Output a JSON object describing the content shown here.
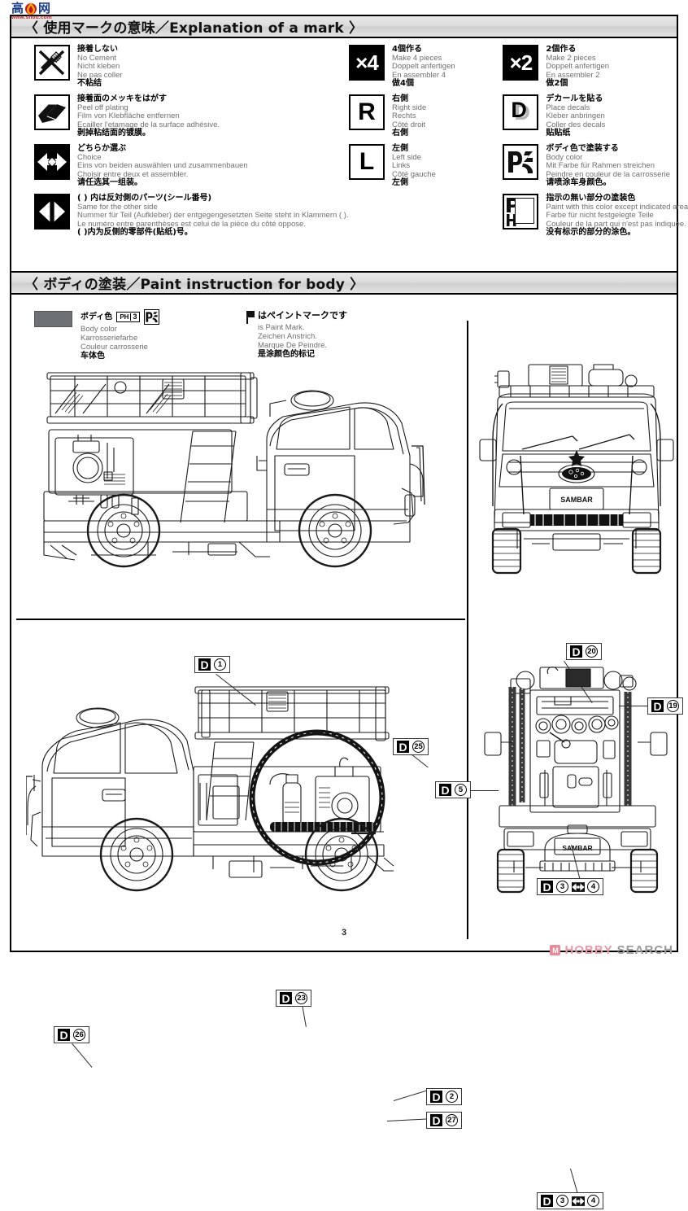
{
  "document": {
    "page_number": "3",
    "body_color_hex": "#6d7074"
  },
  "sections": [
    {
      "id": "marks",
      "title": "〈 使用マークの意味／Explanation of a mark 〉"
    },
    {
      "id": "paint",
      "title": "〈 ボディの塗装／Paint instruction for body 〉"
    }
  ],
  "marks": {
    "left": [
      {
        "icon": "no-cement-icon",
        "jp": "接着しない",
        "en": "No Cement",
        "de": "Nicht kleben",
        "fr": "Ne pas coller",
        "cn": "不粘结"
      },
      {
        "icon": "peel-off-plating-icon",
        "jp": "接着面のメッキをはがす",
        "en": "Peel off plating",
        "de": "Film von Klebfläche entfernen",
        "fr": "Ecailler l'etamage de la surface adhésive.",
        "cn": "剥掉粘结面的镀膜。"
      },
      {
        "icon": "choice-icon",
        "jp": "どちらか選ぶ",
        "en": "Choice",
        "de": "Eins von beiden auswählen und zusammenbauen",
        "fr": "Choisir entre deux et assembler.",
        "cn": "请任选其一组装。"
      },
      {
        "icon": "other-side-icon",
        "jp": "( ) 内は反対側のパーツ(シール番号)",
        "en": "Same for the other side",
        "de": "Nummer für Teil (Aufkleber) der entgegengesetzten Seite steht in Klammern ( ).",
        "fr": "Le numéro entre parenthèses est celui de la pièce du côté oppose.",
        "cn": "( )内为反侧的零部件(贴纸)号。"
      }
    ],
    "middle": [
      {
        "icon": "make-4-icon",
        "badge": "×4",
        "jp": "4個作る",
        "en": "Make 4 pieces",
        "de": "Doppelt anfertigen",
        "fr": "En assembler 4",
        "cn": "做4個"
      },
      {
        "icon": "right-side-icon",
        "badge": "R",
        "jp": "右側",
        "en": "Right side",
        "de": "Rechts",
        "fr": "Côté droit",
        "cn": "右側"
      },
      {
        "icon": "left-side-icon",
        "badge": "L",
        "jp": "左側",
        "en": "Left side",
        "de": "Links",
        "fr": "Côté gauche",
        "cn": "左側"
      }
    ],
    "right": [
      {
        "icon": "make-2-icon",
        "badge": "×2",
        "jp": "2個作る",
        "en": "Make 2 pieces",
        "de": "Doppelt anfertigen",
        "fr": "En assembler 2",
        "cn": "做2個"
      },
      {
        "icon": "place-decals-icon",
        "badge": "D",
        "jp": "デカールを貼る",
        "en": "Place decals",
        "de": "Kleber anbringen",
        "fr": "Coller des decals",
        "cn": "贴贴纸"
      },
      {
        "icon": "body-color-icon",
        "badge": "",
        "jp": "ボディ色で塗装する",
        "en": "Body color",
        "de": "Mit Farbe für Rahmen streichen",
        "fr": "Peindre en couleur de la carrosserie",
        "cn": "请喷涂车身颜色。"
      },
      {
        "icon": "unspecified-paint-icon",
        "badge": "PH",
        "jp": "指示の無い部分の塗装色",
        "en": "Paint with this color except indicated area",
        "de": "Farbe für nicht festgelegte Teile",
        "fr": "Couleur de la part qui n'est pas indiquée.",
        "cn": "没有标示的部分的涂色。"
      }
    ]
  },
  "paint": {
    "legend": {
      "jp": "ボディ色",
      "ph_prefix": "PH",
      "ph_number": "3",
      "en": "Body color",
      "de": "Karrosseriefarbe",
      "fr": "Couleur carrosserie",
      "cn": "车体色"
    },
    "paint_mark_note": {
      "jp": "はペイントマークです",
      "en": "is Paint Mark.",
      "de": "Zeichen Anstrich.",
      "fr": "Marque De Peindre.",
      "cn": "是涂颜色的标记"
    },
    "views": [
      {
        "id": "left-side-view",
        "name": "vehicle-left-side-view"
      },
      {
        "id": "front-view",
        "name": "vehicle-front-view"
      },
      {
        "id": "right-side-view",
        "name": "vehicle-right-side-view"
      },
      {
        "id": "rear-view",
        "name": "vehicle-rear-view"
      }
    ],
    "callouts": [
      {
        "id": "c1",
        "view": "left-side-view",
        "d": "D",
        "num": "1",
        "choice": false
      },
      {
        "id": "c25",
        "view": "left-side-view",
        "d": "D",
        "num": "25",
        "choice": false
      },
      {
        "id": "c5",
        "view": "front-view",
        "d": "D",
        "num": "5",
        "choice": false
      },
      {
        "id": "c20",
        "view": "front-view",
        "d": "D",
        "num": "20",
        "choice": false
      },
      {
        "id": "c19",
        "view": "front-view",
        "d": "D",
        "num": "19",
        "choice": false
      },
      {
        "id": "c34f",
        "view": "front-view",
        "d": "D",
        "num": "3",
        "choice": true,
        "num2": "4"
      },
      {
        "id": "c26",
        "view": "right-side-view",
        "d": "D",
        "num": "26",
        "choice": false
      },
      {
        "id": "c23",
        "view": "right-side-view",
        "d": "D",
        "num": "23",
        "choice": false
      },
      {
        "id": "c2",
        "view": "right-side-view",
        "d": "D",
        "num": "2",
        "choice": false
      },
      {
        "id": "c27",
        "view": "right-side-view",
        "d": "D",
        "num": "27",
        "choice": false
      },
      {
        "id": "c34r",
        "view": "rear-view",
        "d": "D",
        "num": "3",
        "choice": true,
        "num2": "4"
      }
    ],
    "vehicle_badge_text": "SAMBAR"
  },
  "watermarks": {
    "site_logo": {
      "char1": "高",
      "char2": "网",
      "url": "www.shou.com"
    },
    "footer": {
      "brand_a": "HOBBY",
      "brand_b": "SEARCH"
    }
  }
}
